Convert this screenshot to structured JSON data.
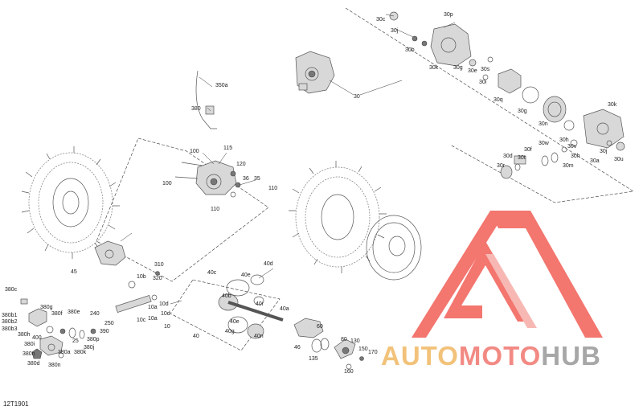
{
  "diagram_ref": "12T1901",
  "logo": {
    "part1": "AUTO",
    "part2": "MOTO",
    "part3": "HUB"
  },
  "callouts": {
    "c30": "30",
    "c30a": "30a",
    "c30b": "30b",
    "c30c": "30c",
    "c30d": "30d",
    "c30e": "30e",
    "c30f": "30f",
    "c30g": "30g",
    "c30h": "30h",
    "c30i": "30i",
    "c30j": "30j",
    "c30k": "30k",
    "c30m": "30m",
    "c30n": "30n",
    "c30p": "30p",
    "c30q": "30q",
    "c30r": "30r",
    "c30s": "30s",
    "c30t": "30t",
    "c30u": "30u",
    "c30v": "30v",
    "c30w": "30w",
    "c10": "10",
    "c10a": "10a",
    "c10b": "10b",
    "c10c": "10c",
    "c10d": "10d",
    "c25": "25",
    "c35": "35",
    "c36": "36",
    "c40": "40",
    "c40a": "40a",
    "c40b": "40b",
    "c40c": "40c",
    "c40d": "40d",
    "c40e": "40e",
    "c40g": "40g",
    "c40i": "40i",
    "c40n": "40n",
    "c45": "45",
    "c46": "46",
    "c60": "60",
    "c80": "80",
    "c100": "100",
    "c100b": "100",
    "c110": "110",
    "c110b": "110",
    "c115": "115",
    "c120": "120",
    "c130": "130",
    "c135": "135",
    "c150": "150",
    "c160": "160",
    "c170": "170",
    "c240": "240",
    "c250": "250",
    "c310": "310",
    "c320": "320",
    "c350a": "350a",
    "c380": "380",
    "c380a": "380a",
    "c380b1": "380b1",
    "c380b2": "380b2",
    "c380b3": "380b3",
    "c380c": "380c",
    "c380d": "380d",
    "c380e": "380e",
    "c380f": "380f",
    "c380g": "380g",
    "c380h": "380h",
    "c380i": "380i",
    "c380j": "380j",
    "c380k": "380k",
    "c380n": "380n",
    "c380p": "380p",
    "c390": "390",
    "c400": "400"
  }
}
